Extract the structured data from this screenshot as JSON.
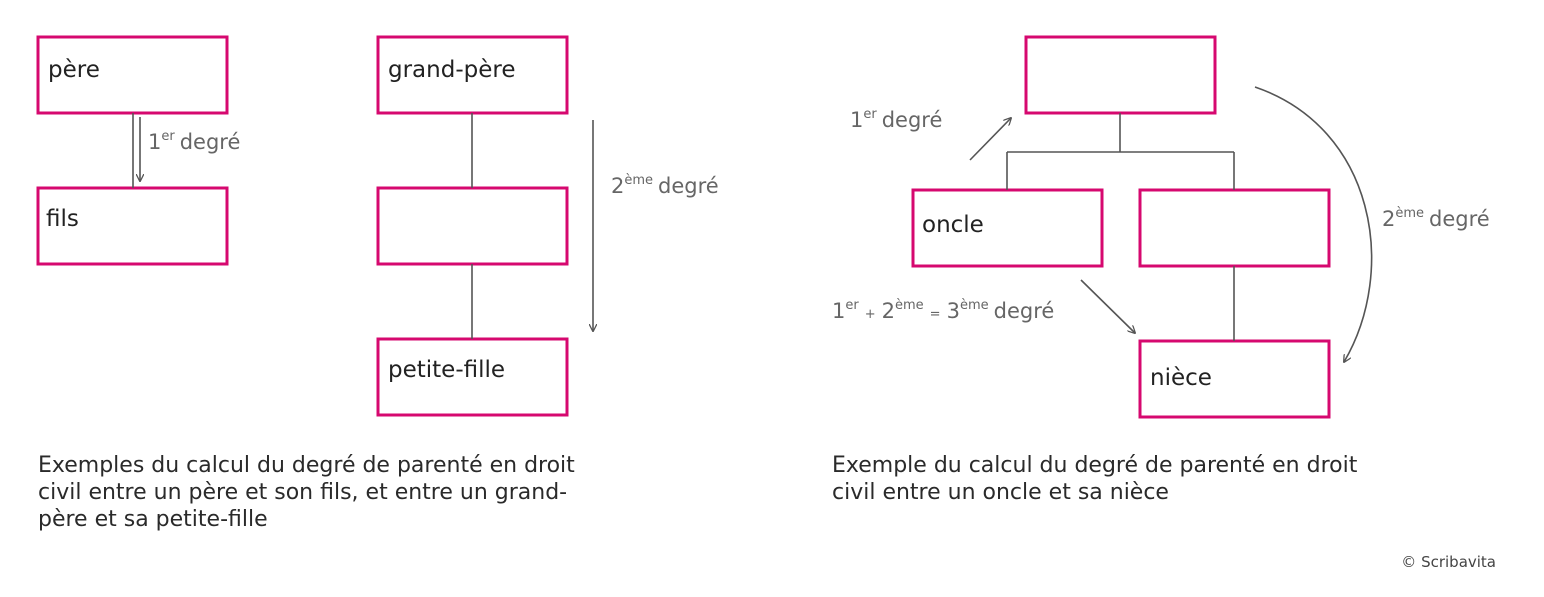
{
  "colors": {
    "box_border": "#d6086f",
    "connector": "#555555",
    "degree_text": "#666666"
  },
  "left": {
    "boxes": {
      "pere": "père",
      "fils": "fils",
      "grand_pere": "grand-père",
      "middle": "",
      "petite_fille": "petite-fille"
    },
    "degree_1": {
      "num": "1",
      "sup": "er",
      "word": "degré"
    },
    "degree_2": {
      "num": "2",
      "sup": "ème",
      "word": "degré"
    },
    "caption_lines": [
      "Exemples du calcul du degré de parenté en droit",
      "civil entre un père et son fils, et entre un grand-",
      "père et sa petite-fille"
    ]
  },
  "right": {
    "boxes": {
      "top": "",
      "oncle": "oncle",
      "sibling": "",
      "niece": "nièce"
    },
    "degree_1": {
      "num": "1",
      "sup": "er",
      "word": "degré"
    },
    "degree_2": {
      "num": "2",
      "sup": "ème",
      "word": "degré"
    },
    "degree_total": {
      "a_num": "1",
      "a_sup": "er",
      "plus": "+",
      "b_num": "2",
      "b_sup": "ème",
      "equals": "=",
      "c_num": "3",
      "c_sup": "ème",
      "word": "degré"
    },
    "caption_lines": [
      "Exemple du calcul du degré de parenté en droit",
      "civil entre un oncle et sa nièce"
    ]
  },
  "copyright": "© Scribavita"
}
